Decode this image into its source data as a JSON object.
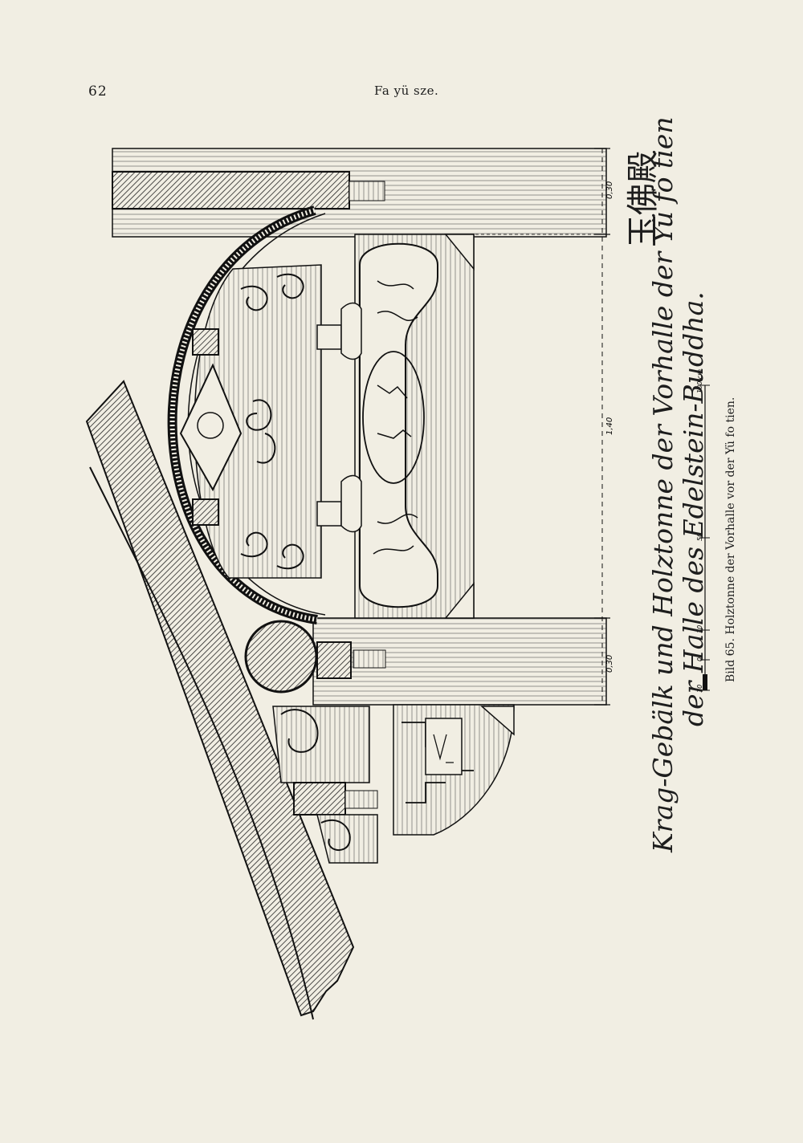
{
  "header": {
    "page_number": "62",
    "running_head": "Fa yü sze."
  },
  "figure": {
    "title_line1": "Krag-Gebälk und Holztonne der Vorhalle der Yü fo tien",
    "chinese_characters": "玉佛殿",
    "title_line2": "der Halle des Edelstein-Buddha.",
    "caption": "Bild 65. Holztonne der Vorhalle vor der Yü fo tien.",
    "dimensions": {
      "top": "0,30",
      "middle": "1,40",
      "bottom": "0,30"
    },
    "scale_labels": [
      "10",
      "0",
      "10",
      "50",
      "100 cm"
    ]
  }
}
